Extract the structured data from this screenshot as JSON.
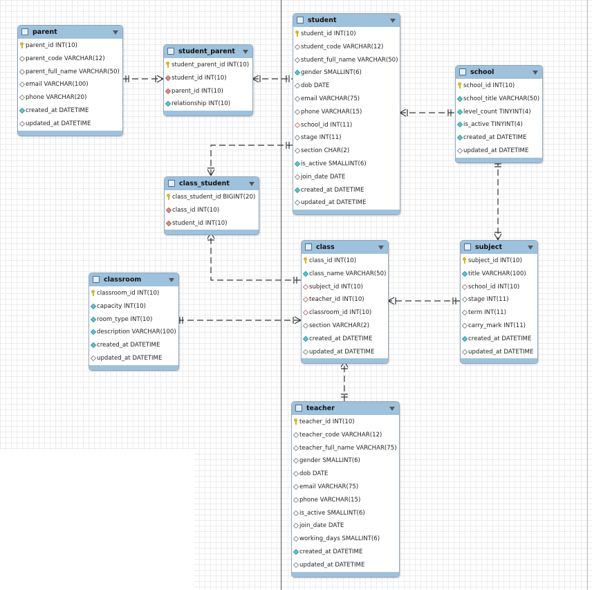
{
  "tables": {
    "parent": {
      "title": "parent",
      "columns": [
        {
          "text": "parent_id INT(10)",
          "icon": "primary-key-icon"
        },
        {
          "text": "parent_code VARCHAR(12)",
          "icon": "column-icon"
        },
        {
          "text": "parent_full_name VARCHAR(50)",
          "icon": "column-icon"
        },
        {
          "text": "email VARCHAR(100)",
          "icon": "column-icon"
        },
        {
          "text": "phone VARCHAR(20)",
          "icon": "column-icon"
        },
        {
          "text": "created_at DATETIME",
          "icon": "not-null-column-icon"
        },
        {
          "text": "updated_at DATETIME",
          "icon": "column-icon"
        }
      ]
    },
    "student_parent": {
      "title": "student_parent",
      "columns": [
        {
          "text": "student_parent_id INT(10)",
          "icon": "primary-key-icon"
        },
        {
          "text": "student_id INT(10)",
          "icon": "foreign-key-icon"
        },
        {
          "text": "parent_id INT(10)",
          "icon": "foreign-key-icon"
        },
        {
          "text": "relationship INT(10)",
          "icon": "not-null-column-icon"
        }
      ]
    },
    "student": {
      "title": "student",
      "columns": [
        {
          "text": "student_id INT(10)",
          "icon": "primary-key-icon"
        },
        {
          "text": "student_code VARCHAR(12)",
          "icon": "column-icon"
        },
        {
          "text": "student_full_name VARCHAR(50)",
          "icon": "column-icon"
        },
        {
          "text": "gender SMALLINT(6)",
          "icon": "not-null-column-icon"
        },
        {
          "text": "dob DATE",
          "icon": "column-icon"
        },
        {
          "text": "email VARCHAR(75)",
          "icon": "column-icon"
        },
        {
          "text": "phone VARCHAR(15)",
          "icon": "column-icon"
        },
        {
          "text": "school_id INT(11)",
          "icon": "nullable-foreign-key-icon"
        },
        {
          "text": "stage INT(11)",
          "icon": "column-icon"
        },
        {
          "text": "section CHAR(2)",
          "icon": "column-icon"
        },
        {
          "text": "is_active SMALLINT(6)",
          "icon": "not-null-column-icon"
        },
        {
          "text": "join_date DATE",
          "icon": "column-icon"
        },
        {
          "text": "created_at DATETIME",
          "icon": "not-null-column-icon"
        },
        {
          "text": "updated_at DATETIME",
          "icon": "column-icon"
        }
      ]
    },
    "school": {
      "title": "school",
      "columns": [
        {
          "text": "school_id INT(10)",
          "icon": "primary-key-icon"
        },
        {
          "text": "school_title VARCHAR(50)",
          "icon": "not-null-column-icon"
        },
        {
          "text": "level_count TINYINT(4)",
          "icon": "not-null-column-icon"
        },
        {
          "text": "is_active TINYINT(4)",
          "icon": "not-null-column-icon"
        },
        {
          "text": "created_at DATETIME",
          "icon": "not-null-column-icon"
        },
        {
          "text": "updated_at DATETIME",
          "icon": "column-icon"
        }
      ]
    },
    "class_student": {
      "title": "class_student",
      "columns": [
        {
          "text": "class_student_id BIGINT(20)",
          "icon": "primary-key-icon"
        },
        {
          "text": "class_id INT(10)",
          "icon": "foreign-key-icon"
        },
        {
          "text": "student_id INT(10)",
          "icon": "foreign-key-icon"
        }
      ]
    },
    "class": {
      "title": "class",
      "columns": [
        {
          "text": "class_id INT(10)",
          "icon": "primary-key-icon"
        },
        {
          "text": "class_name VARCHAR(50)",
          "icon": "not-null-column-icon"
        },
        {
          "text": "subject_id INT(10)",
          "icon": "nullable-foreign-key-icon"
        },
        {
          "text": "teacher_id INT(10)",
          "icon": "nullable-foreign-key-icon"
        },
        {
          "text": "classroom_id INT(10)",
          "icon": "nullable-foreign-key-icon"
        },
        {
          "text": "section VARCHAR(2)",
          "icon": "column-icon"
        },
        {
          "text": "created_at DATETIME",
          "icon": "not-null-column-icon"
        },
        {
          "text": "updated_at DATETIME",
          "icon": "column-icon"
        }
      ]
    },
    "subject": {
      "title": "subject",
      "columns": [
        {
          "text": "subject_id INT(10)",
          "icon": "primary-key-icon"
        },
        {
          "text": "title VARCHAR(100)",
          "icon": "not-null-column-icon"
        },
        {
          "text": "school_id INT(10)",
          "icon": "nullable-foreign-key-icon"
        },
        {
          "text": "stage INT(11)",
          "icon": "column-icon"
        },
        {
          "text": "term INT(11)",
          "icon": "column-icon"
        },
        {
          "text": "carry_mark INT(11)",
          "icon": "column-icon"
        },
        {
          "text": "created_at DATETIME",
          "icon": "not-null-column-icon"
        },
        {
          "text": "updated_at DATETIME",
          "icon": "column-icon"
        }
      ]
    },
    "classroom": {
      "title": "classroom",
      "columns": [
        {
          "text": "classroom_id INT(10)",
          "icon": "primary-key-icon"
        },
        {
          "text": "capacity INT(10)",
          "icon": "not-null-column-icon"
        },
        {
          "text": "room_type INT(10)",
          "icon": "not-null-column-icon"
        },
        {
          "text": "description VARCHAR(100)",
          "icon": "not-null-column-icon"
        },
        {
          "text": "created_at DATETIME",
          "icon": "not-null-column-icon"
        },
        {
          "text": "updated_at DATETIME",
          "icon": "column-icon"
        }
      ]
    },
    "teacher": {
      "title": "teacher",
      "columns": [
        {
          "text": "teacher_id INT(10)",
          "icon": "primary-key-icon"
        },
        {
          "text": "teacher_code VARCHAR(12)",
          "icon": "column-icon"
        },
        {
          "text": "teacher_full_name VARCHAR(75)",
          "icon": "column-icon"
        },
        {
          "text": "gender SMALLINT(6)",
          "icon": "column-icon"
        },
        {
          "text": "dob DATE",
          "icon": "column-icon"
        },
        {
          "text": "email VARCHAR(75)",
          "icon": "column-icon"
        },
        {
          "text": "phone VARCHAR(15)",
          "icon": "column-icon"
        },
        {
          "text": "is_active SMALLINT(6)",
          "icon": "column-icon"
        },
        {
          "text": "join_date DATE",
          "icon": "column-icon"
        },
        {
          "text": "working_days SMALLINT(6)",
          "icon": "column-icon"
        },
        {
          "text": "created_at DATETIME",
          "icon": "not-null-column-icon"
        },
        {
          "text": "updated_at DATETIME",
          "icon": "column-icon"
        }
      ]
    }
  },
  "colors": {
    "header": "#9ec1dc",
    "border": "#8fa6bd",
    "primary_key": "#d8b22a",
    "foreign_key": "#d88f8f",
    "not_null": "#61c3cf",
    "relationship_line": "#333333"
  }
}
